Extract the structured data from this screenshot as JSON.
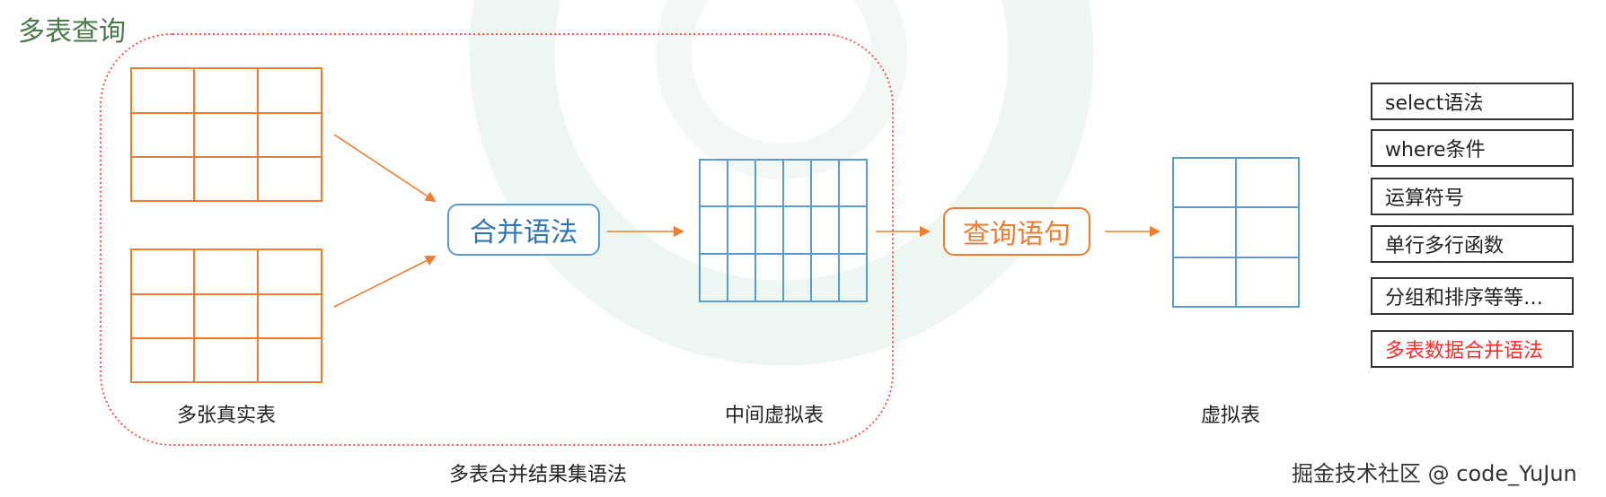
{
  "title": "多表查询",
  "captions": {
    "real_tables": "多张真实表",
    "middle_table": "中间虚拟表",
    "virtual_table": "虚拟表",
    "merge_group": "多表合并结果集语法"
  },
  "steps": {
    "merge_syntax": "合并语法",
    "query_statement": "查询语句"
  },
  "side_list": [
    {
      "label": "select语法"
    },
    {
      "label": "where条件"
    },
    {
      "label": "运算符号"
    },
    {
      "label": "单行多行函数"
    },
    {
      "label": "分组和排序等等…"
    },
    {
      "label": "多表数据合并语法"
    }
  ],
  "watermark": "掘金技术社区 @ code_YuJun",
  "colors": {
    "orange": "#ed7d31",
    "blue": "#5b9bd5",
    "group_border": "#ff5050",
    "title_green": "#4a7a4a",
    "highlight_red": "#ff2a2a"
  }
}
